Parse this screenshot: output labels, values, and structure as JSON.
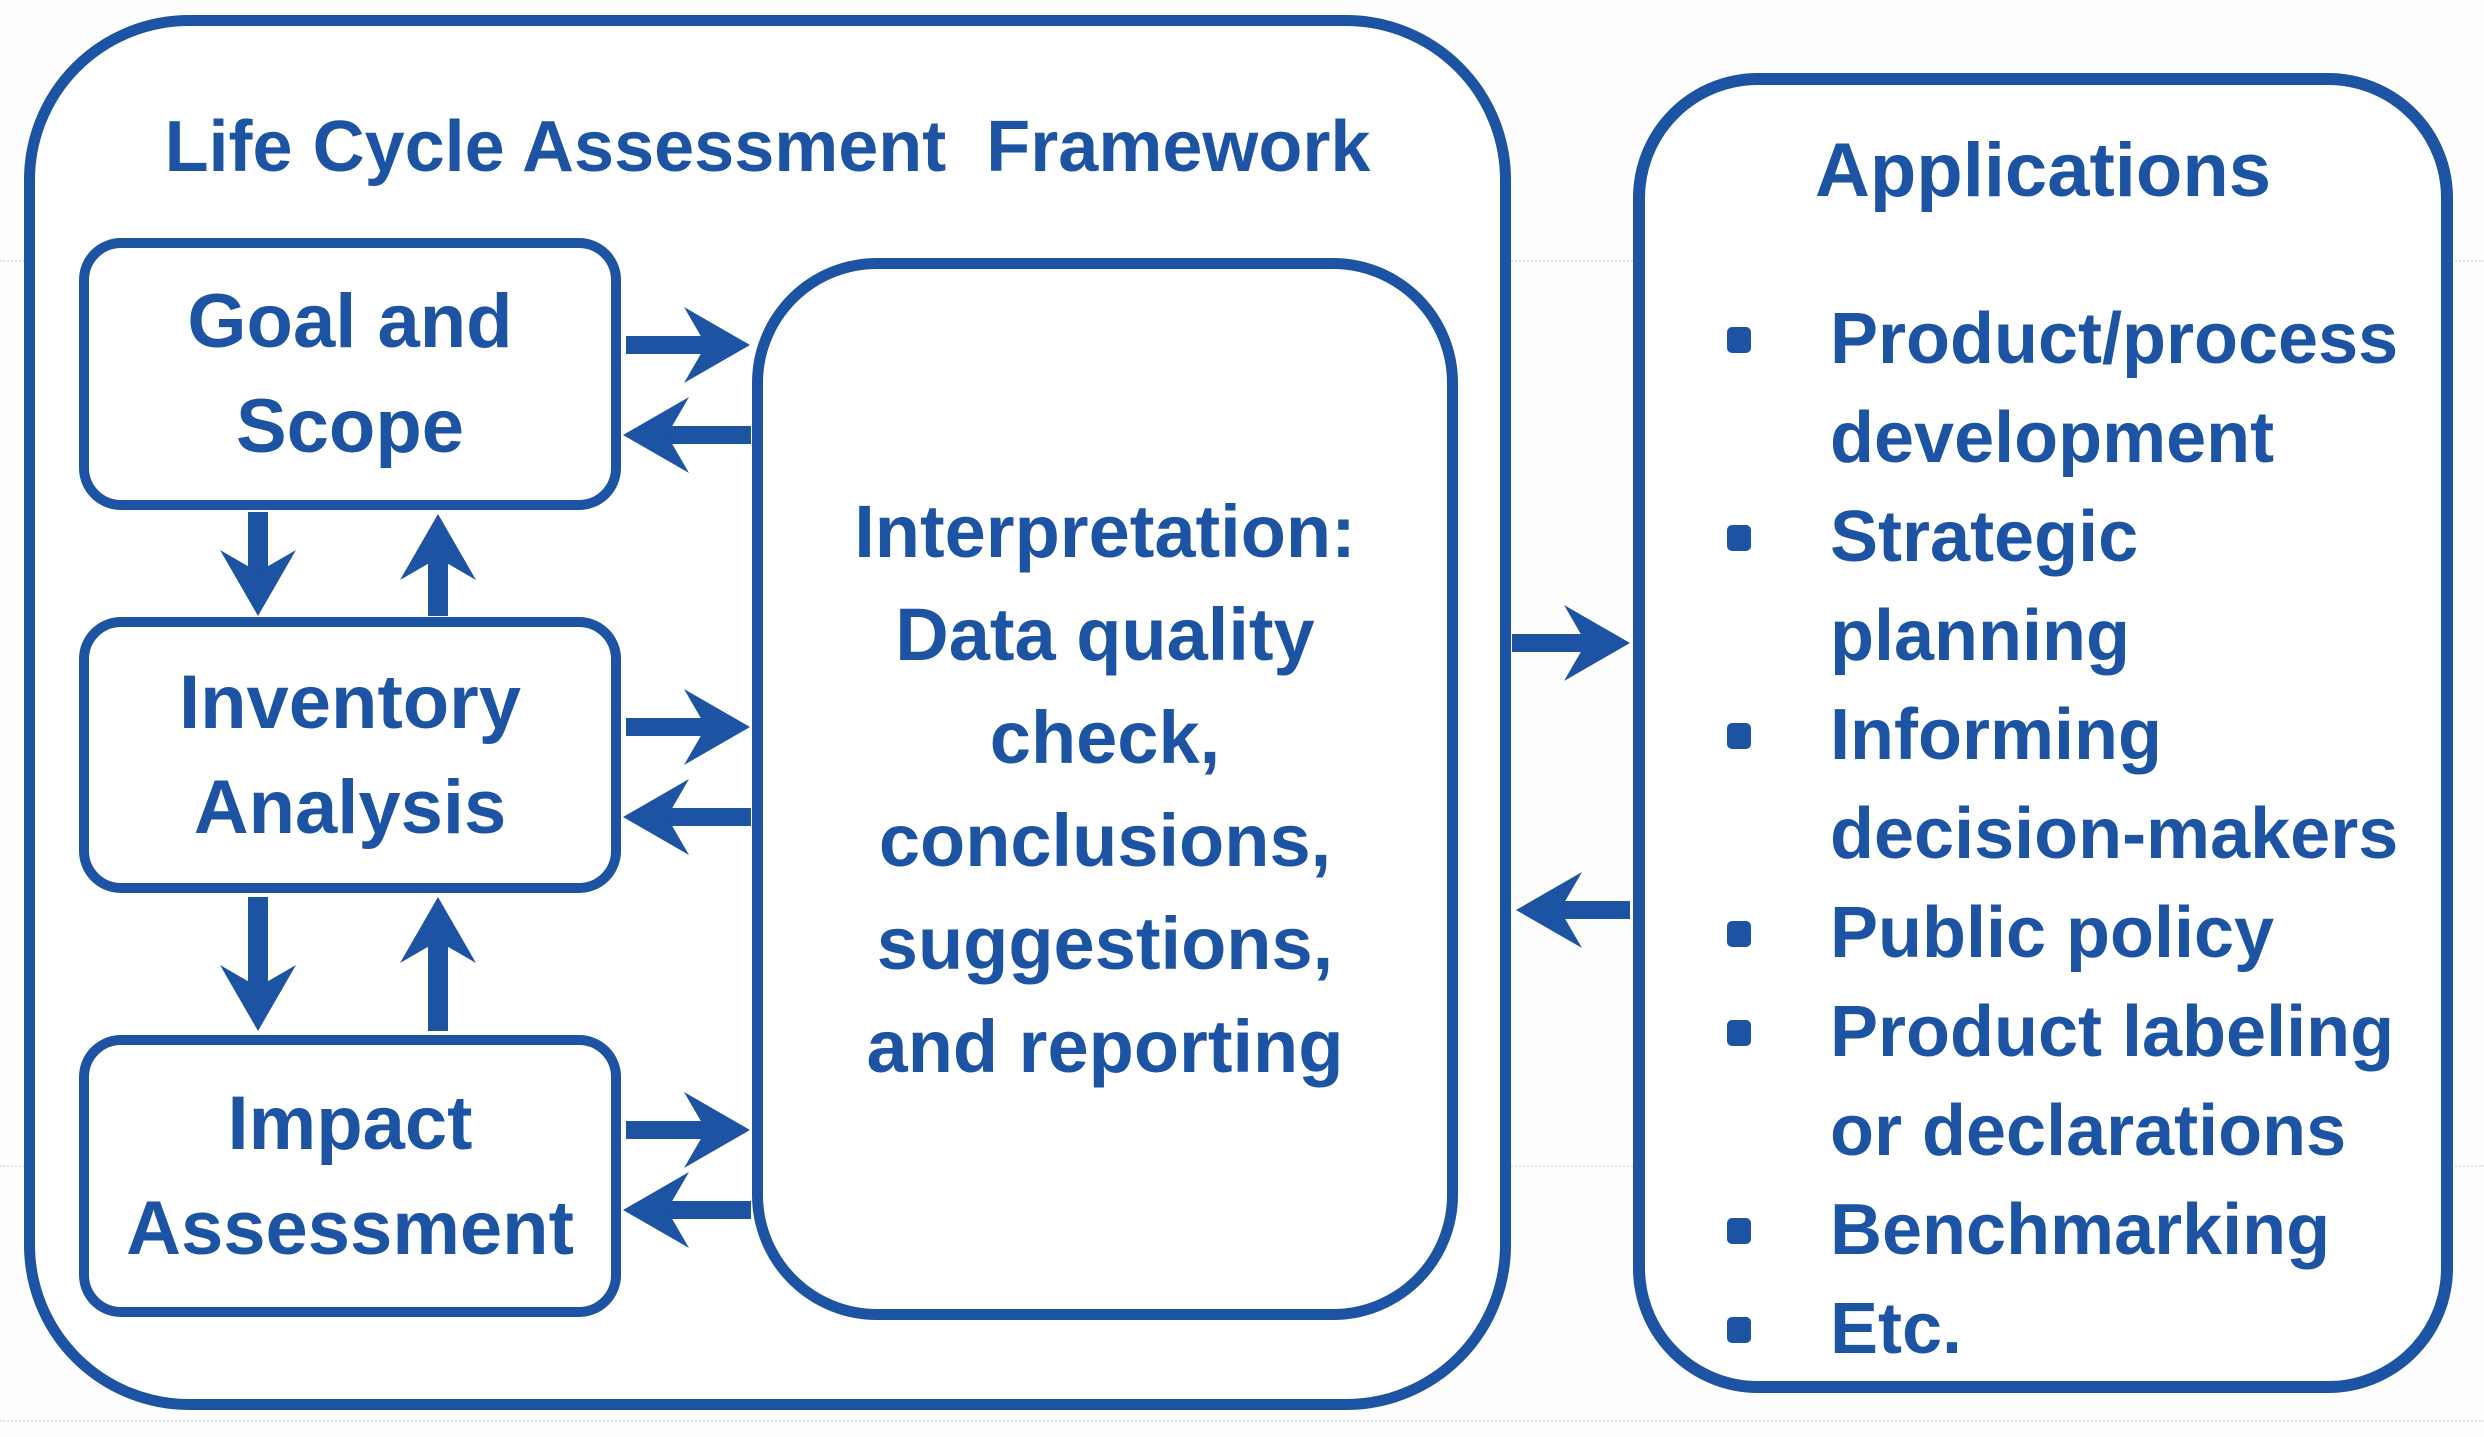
{
  "diagram": {
    "type": "flow-diagram",
    "accent_color": "#1d53a3",
    "background_color": "#ffffff"
  },
  "framework": {
    "title": "Life Cycle Assessment  Framework",
    "boxes": {
      "goal": {
        "lines": [
          "Goal and",
          "Scope"
        ]
      },
      "inventory": {
        "lines": [
          "Inventory",
          "Analysis"
        ]
      },
      "impact": {
        "lines": [
          "Impact",
          "Assessment"
        ]
      },
      "interpretation": {
        "lines": [
          "Interpretation:",
          "Data quality",
          "check,",
          "conclusions,",
          "suggestions,",
          "and reporting"
        ]
      }
    }
  },
  "applications": {
    "title": "Applications",
    "items": [
      {
        "label": "Product/process development"
      },
      {
        "label": "Strategic planning"
      },
      {
        "label": "Informing decision-makers"
      },
      {
        "label": "Public policy"
      },
      {
        "label": "Product labeling or declarations"
      },
      {
        "label": "Benchmarking"
      },
      {
        "label": "Etc."
      }
    ]
  },
  "icons": {
    "list_bullet": "square-bullet"
  }
}
